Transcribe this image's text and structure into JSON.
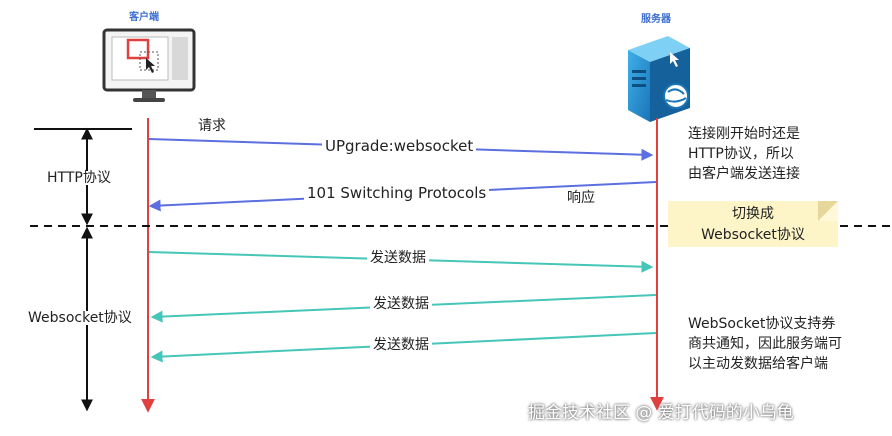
{
  "client": {
    "title": "客户端",
    "icon": "monitor-icon"
  },
  "server": {
    "title": "服务器",
    "icon": "server-icon"
  },
  "phases": {
    "http": "HTTP协议",
    "websocket": "Websocket协议"
  },
  "messages": {
    "request_label": "请求",
    "upgrade": "UPgrade:websocket",
    "switching": "101 Switching Protocols",
    "response_label": "响应",
    "send_data_1": "发送数据",
    "send_data_2": "发送数据",
    "send_data_3": "发送数据"
  },
  "notes": {
    "http_note": [
      "连接刚开始时还是",
      "HTTP协议，所以",
      "由客户端发送连接"
    ],
    "switch_note": [
      "切换成",
      "Websocket协议"
    ],
    "ws_note": [
      "WebSocket协议支持券",
      "商共通知，因此服务端可",
      "以主动发数据给客户端"
    ]
  },
  "watermark": "掘金技术社区 @ 爱打代码的小乌龟",
  "colors": {
    "lifeline": "#e04040",
    "http_arrow": "#5b6fe0",
    "ws_arrow": "#46c6b8",
    "phase_line": "#111111",
    "note_bg": "#fdf4c7"
  }
}
